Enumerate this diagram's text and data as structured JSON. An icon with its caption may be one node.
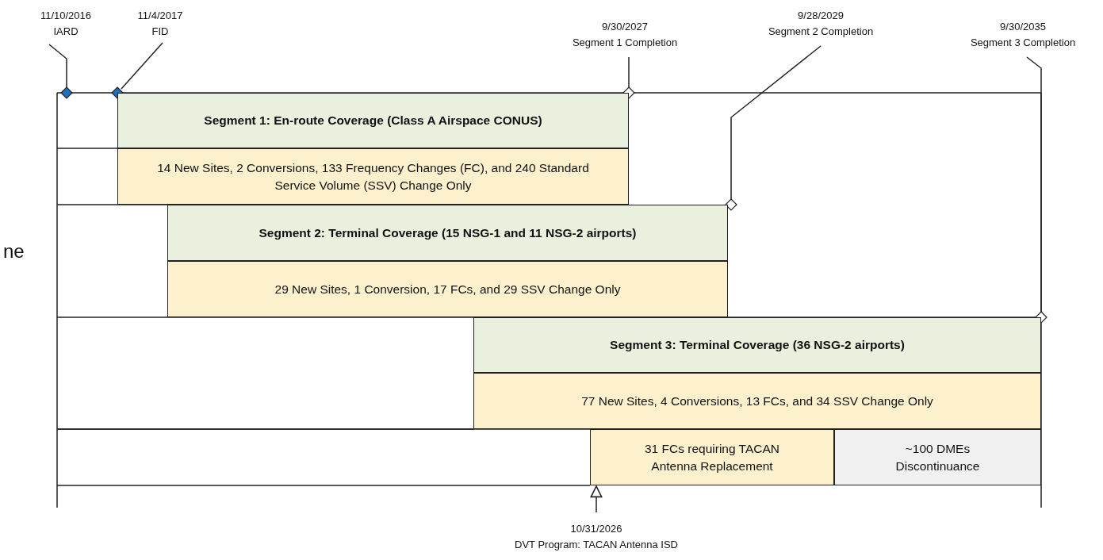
{
  "diagram": {
    "nodes": [
      {
        "text": [
          "11/10/2016",
          "IARD"
        ]
      },
      {
        "text": [],
        "shape": "diamond"
      },
      {
        "text": [
          "11/4/2017",
          "FID"
        ]
      },
      {
        "text": [],
        "shape": "diamond"
      },
      {
        "text": [
          "9/30/2027",
          "Segment 1 Completion"
        ]
      },
      {
        "text": [],
        "shape": "diamond"
      },
      {
        "text": [
          "9/28/2029",
          "Segment 2 Completion"
        ]
      },
      {
        "text": [],
        "shape": "diamond"
      },
      {
        "text": [
          "9/30/2035",
          "Segment 3 Completion"
        ]
      },
      {
        "text": [],
        "shape": "diamond"
      },
      {
        "text": [
          "Segment 1: En-route Coverage (Class A Airspace CONUS)"
        ]
      },
      {
        "text": [
          "14 New Sites, 2 Conversions, 133 Frequency Changes (FC), and 240 Standard Service Volume (SSV) Change Only"
        ]
      },
      {
        "text": [
          "Segment 2: Terminal Coverage (15 NSG-1 and 11 NSG-2 airports)"
        ]
      },
      {
        "text": [
          "29 New Sites, 1 Conversion, 17 FCs, and 29 SSV Change Only"
        ]
      },
      {
        "text": [
          "Segment 3: Terminal Coverage (36 NSG-2 airports)"
        ]
      },
      {
        "text": [
          "77 New Sites, 4 Conversions, 13 FCs, and 34 SSV Change Only"
        ]
      },
      {
        "text": [
          "31 FCs requiring TACAN Antenna Replacement"
        ]
      },
      {
        "text": [
          "~100 DMEs Discontinuance"
        ]
      },
      {
        "text": [
          "10/31/2026",
          "DVT Program: TACAN Antenna ISD"
        ]
      }
    ],
    "edges": [
      {
        "from": 0,
        "to": 1,
        "arrow": "none"
      },
      {
        "from": 2,
        "to": 3,
        "arrow": "none"
      },
      {
        "from": 4,
        "to": 5,
        "arrow": "none"
      },
      {
        "from": 6,
        "to": 7,
        "arrow": "none"
      },
      {
        "from": 8,
        "to": 9,
        "arrow": "none"
      },
      {
        "from": 18,
        "to": 16,
        "arrow": "to"
      }
    ],
    "labels": [
      "ne"
    ]
  }
}
